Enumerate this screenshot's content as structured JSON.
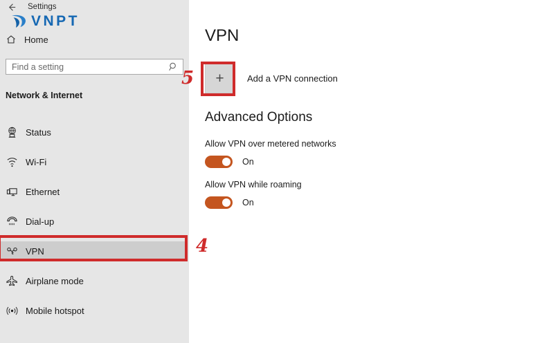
{
  "window": {
    "title": "Settings",
    "back_icon": "back-arrow-icon"
  },
  "brand": {
    "name": "VNPT",
    "logo_icon": "vnpt-swoosh-icon",
    "color": "#1668b3"
  },
  "sidebar": {
    "home": {
      "label": "Home",
      "icon": "home-icon"
    },
    "search": {
      "placeholder": "Find a setting",
      "value": "",
      "icon": "search-icon"
    },
    "section_header": "Network & Internet",
    "items": [
      {
        "label": "Status",
        "icon": "network-status-icon",
        "selected": false
      },
      {
        "label": "Wi-Fi",
        "icon": "wifi-icon",
        "selected": false
      },
      {
        "label": "Ethernet",
        "icon": "ethernet-monitor-icon",
        "selected": false
      },
      {
        "label": "Dial-up",
        "icon": "dialup-phone-icon",
        "selected": false
      },
      {
        "label": "VPN",
        "icon": "vpn-key-icon",
        "selected": true
      },
      {
        "label": "Airplane mode",
        "icon": "airplane-icon",
        "selected": false
      },
      {
        "label": "Mobile hotspot",
        "icon": "hotspot-broadcast-icon",
        "selected": false
      }
    ]
  },
  "main": {
    "title": "VPN",
    "add_connection": {
      "label": "Add a VPN connection",
      "icon": "plus-icon"
    },
    "advanced_options": {
      "title": "Advanced Options",
      "settings": [
        {
          "label": "Allow VPN over metered networks",
          "state": "On",
          "on": true
        },
        {
          "label": "Allow VPN while roaming",
          "state": "On",
          "on": true
        }
      ]
    }
  },
  "annotations": {
    "color": "#cf2b2b",
    "markers": [
      {
        "number": "5",
        "target": "add-vpn-connection-button"
      },
      {
        "number": "4",
        "target": "sidebar-item-vpn"
      }
    ]
  }
}
